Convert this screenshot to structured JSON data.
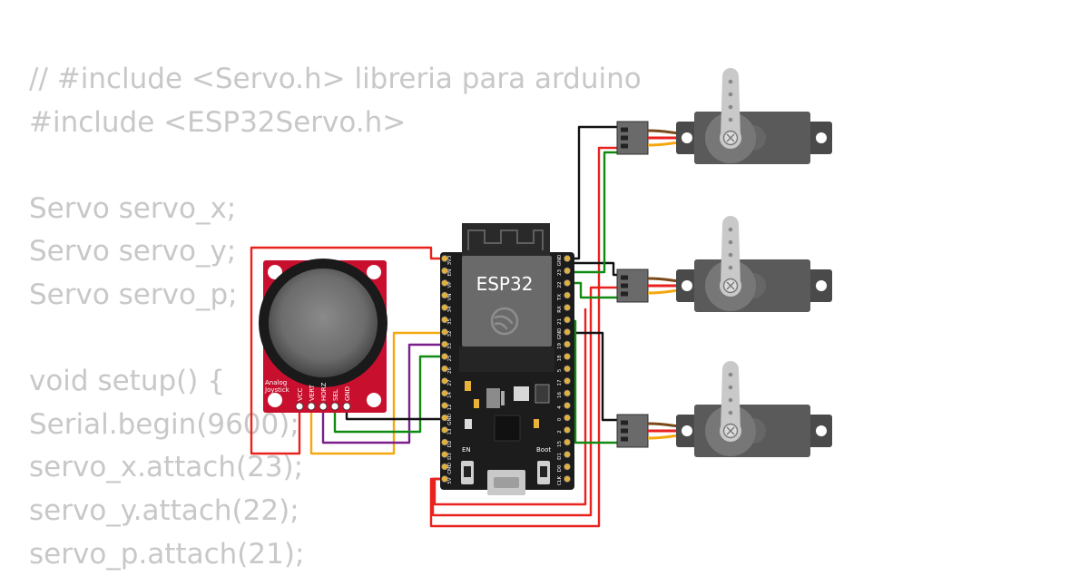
{
  "code_lines": [
    "// #include <Servo.h> libreria para arduino",
    "#include <ESP32Servo.h>",
    "",
    "Servo servo_x;",
    "Servo servo_y;",
    "Servo servo_p;",
    "",
    "void setup() {",
    "Serial.begin(9600);",
    "servo_x.attach(23);",
    "servo_y.attach(22);",
    "servo_p.attach(21);"
  ],
  "esp32": {
    "label": "ESP32",
    "button_en": "EN",
    "button_boot": "Boot",
    "left_pins": [
      "3V3",
      "EN",
      "VP",
      "VN",
      "34",
      "35",
      "32",
      "33",
      "25",
      "26",
      "27",
      "14",
      "12",
      "GND",
      "13",
      "D2",
      "D3",
      "CMD",
      "5V"
    ],
    "right_pins": [
      "GND",
      "23",
      "22",
      "TX",
      "RX",
      "21",
      "GND",
      "19",
      "18",
      "5",
      "17",
      "16",
      "4",
      "0",
      "2",
      "15",
      "D1",
      "D0",
      "CLK"
    ]
  },
  "joystick": {
    "caption_line1": "Analog",
    "caption_line2": "Joystick",
    "pins": [
      "VCC",
      "VERT",
      "HORZ",
      "SEL",
      "GND"
    ]
  },
  "colors": {
    "background": "#ffffff",
    "code_text": "#c8c8c8",
    "wire_red": "#e8221e",
    "wire_black": "#111111",
    "wire_green": "#118a11",
    "wire_orange": "#f5a70f",
    "wire_purple": "#7a1e8c",
    "joystick_board": "#c8102e",
    "esp_board": "#1c1c1c",
    "servo_body": "#5a5a5a"
  }
}
